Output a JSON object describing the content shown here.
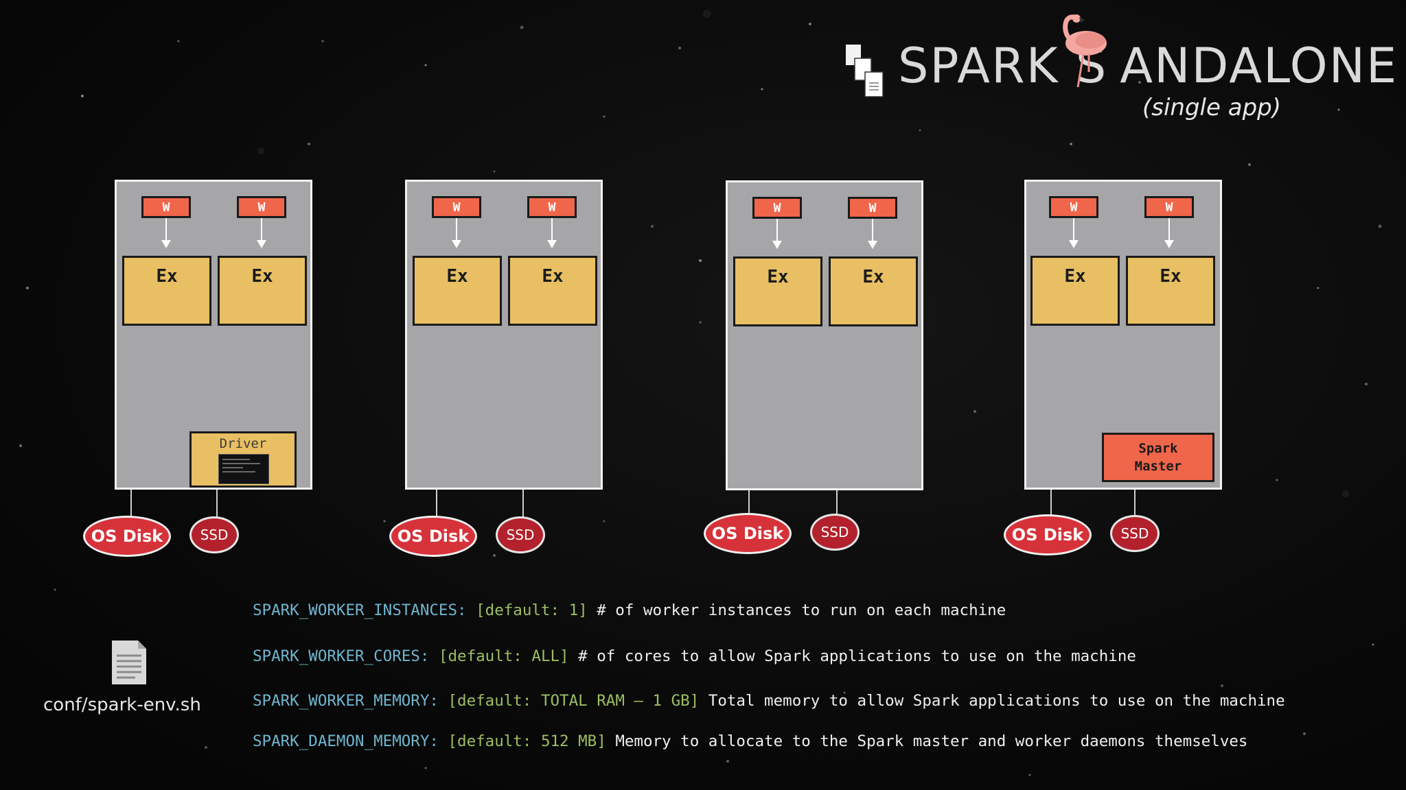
{
  "header": {
    "title_part1": "SPARK S",
    "title_part2": "ANDALONE",
    "subtitle": "(single app)",
    "logo_icon": "documents-icon",
    "mascot_icon": "flamingo-icon"
  },
  "machines": [
    {
      "workers": [
        "W",
        "W"
      ],
      "executors": [
        "Ex",
        "Ex"
      ],
      "driver_label": "Driver",
      "disks": {
        "os": "OS Disk",
        "ssd": "SSD"
      }
    },
    {
      "workers": [
        "W",
        "W"
      ],
      "executors": [
        "Ex",
        "Ex"
      ],
      "disks": {
        "os": "OS Disk",
        "ssd": "SSD"
      }
    },
    {
      "workers": [
        "W",
        "W"
      ],
      "executors": [
        "Ex",
        "Ex"
      ],
      "disks": {
        "os": "OS Disk",
        "ssd": "SSD"
      }
    },
    {
      "workers": [
        "W",
        "W"
      ],
      "executors": [
        "Ex",
        "Ex"
      ],
      "master_line1": "Spark",
      "master_line2": "Master",
      "disks": {
        "os": "OS Disk",
        "ssd": "SSD"
      }
    }
  ],
  "config_file": {
    "icon": "file-icon",
    "label": "conf/spark-env.sh"
  },
  "config": [
    {
      "name": "SPARK_WORKER_INSTANCES:",
      "default": "[default: 1]",
      "description": "# of worker instances to run on each machine"
    },
    {
      "name": "SPARK_WORKER_CORES:",
      "default": "[default: ALL]",
      "description": "# of cores to allow Spark applications to use on the machine"
    },
    {
      "name": "SPARK_WORKER_MEMORY:",
      "default": "[default: TOTAL RAM – 1 GB]",
      "description": "Total memory to allow Spark applications to use on the machine"
    },
    {
      "name": "SPARK_DAEMON_MEMORY:",
      "default": "[default: 512 MB]",
      "description": "Memory to allocate to the Spark master and worker daemons themselves"
    }
  ],
  "colors": {
    "background": "#080808",
    "machine": "#a6a6a9",
    "worker": "#f0664a",
    "executor": "#e8bf63",
    "os_disk": "#d6323a",
    "ssd": "#b3222c",
    "config_name": "#6fb6cf",
    "config_default": "#9cbf62"
  }
}
